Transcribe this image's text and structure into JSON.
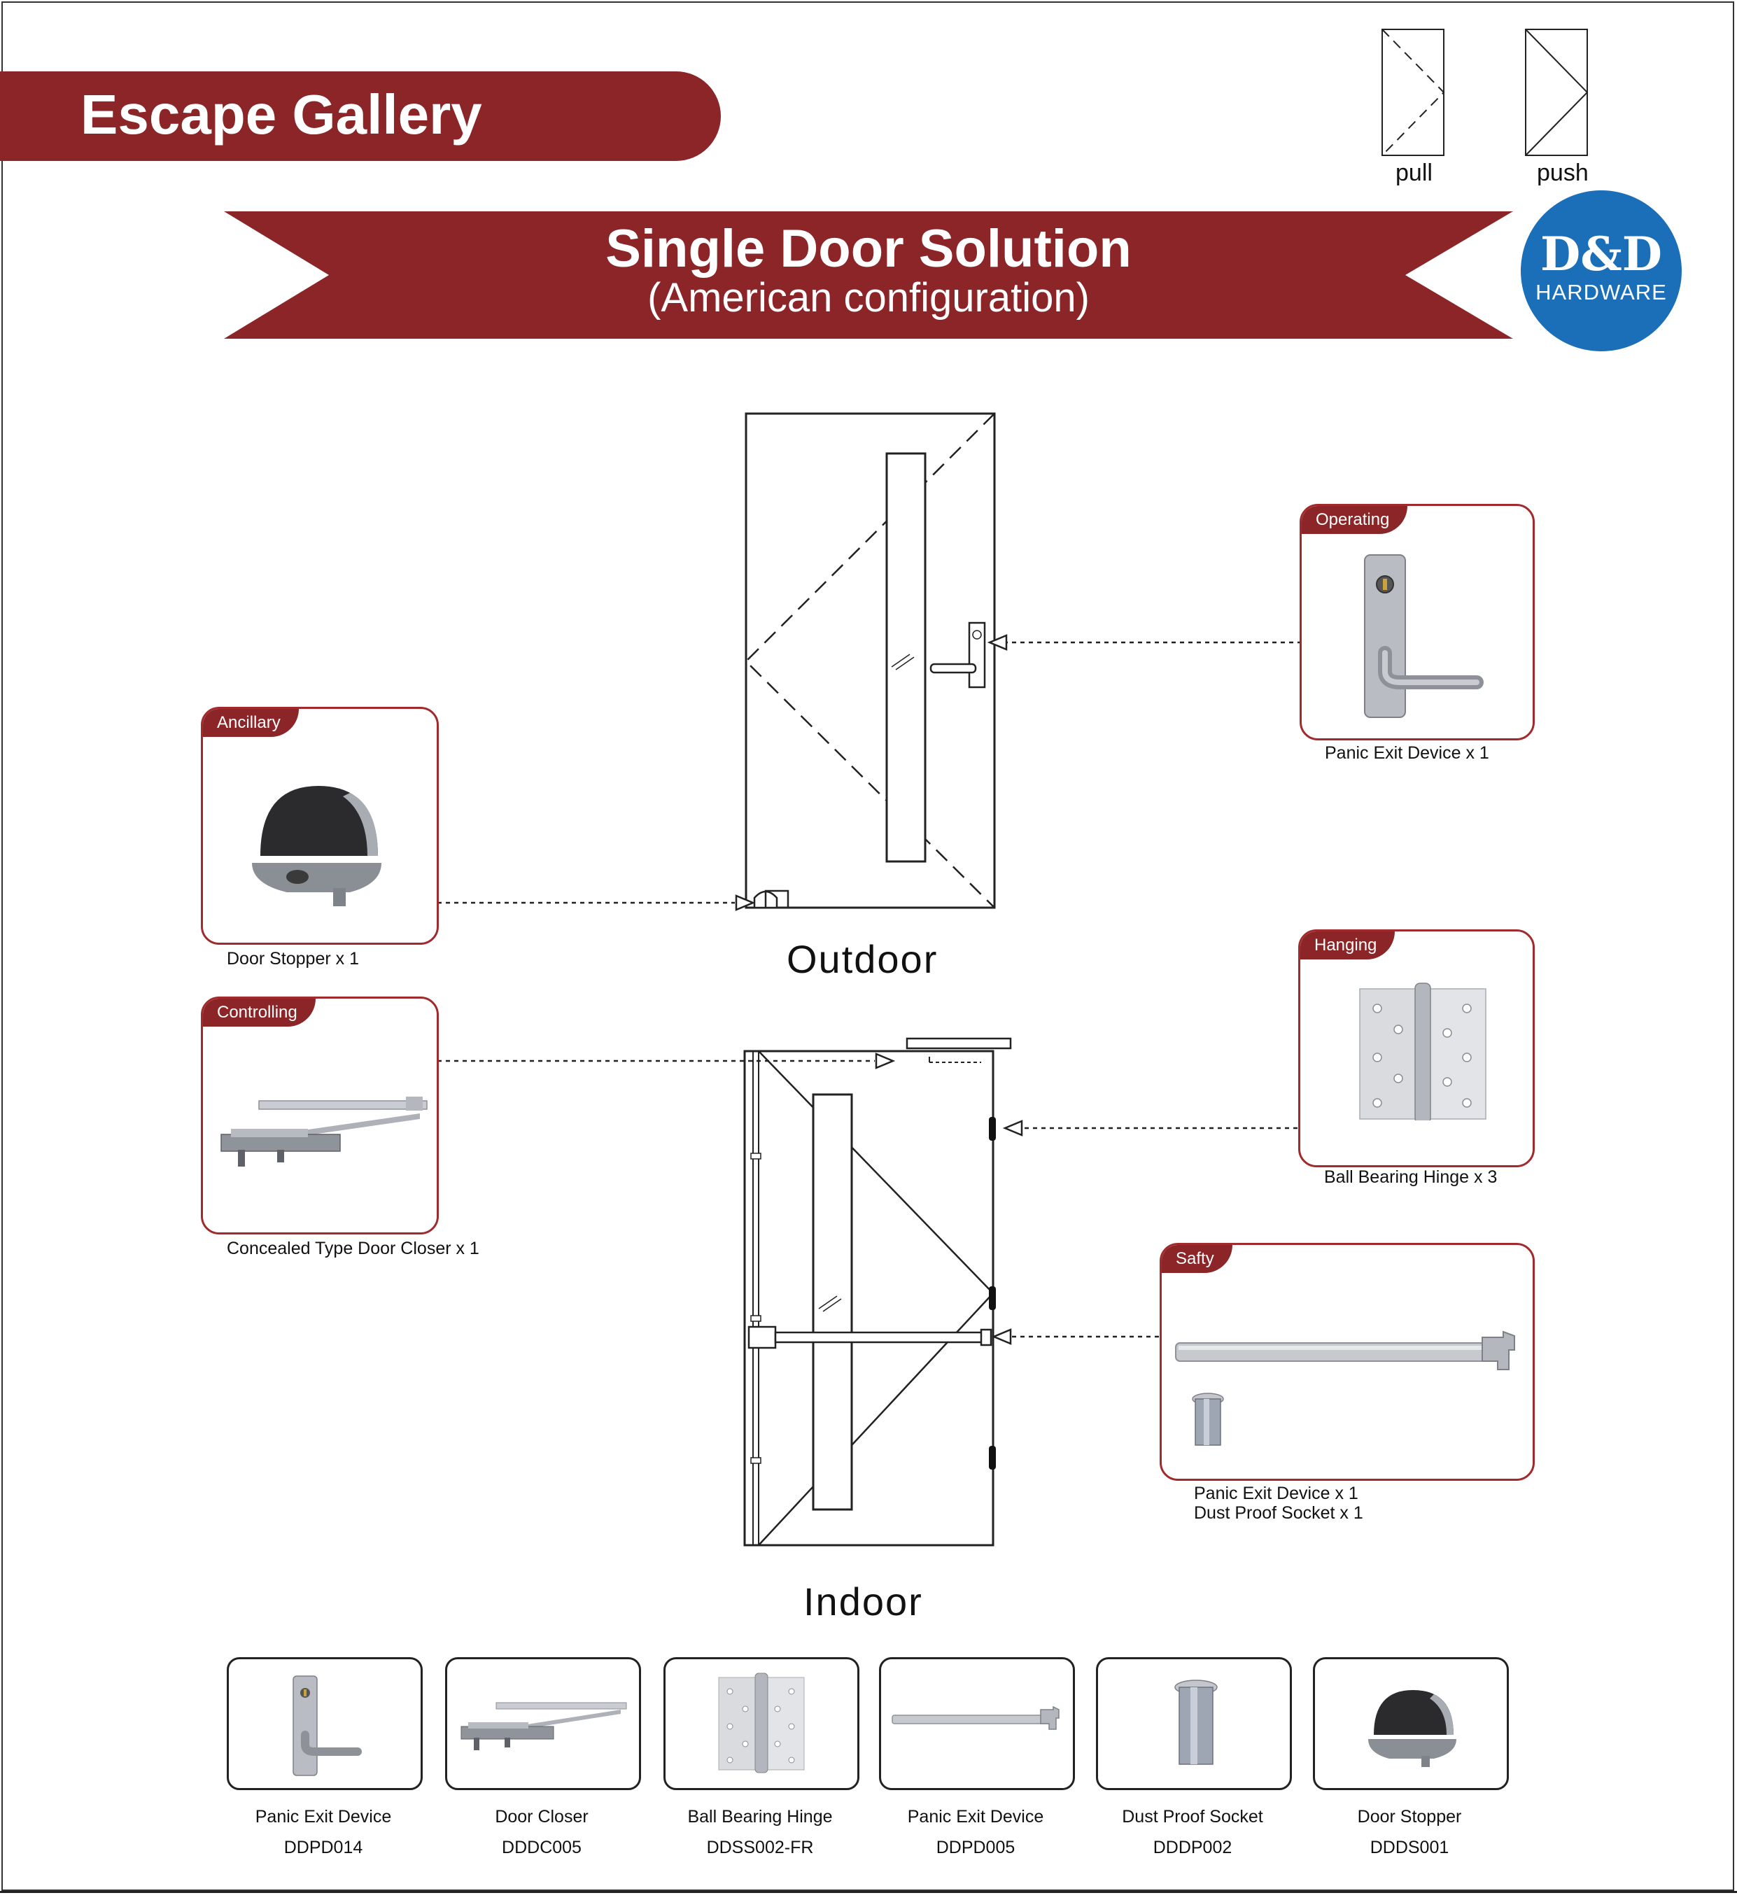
{
  "header": {
    "title": "Escape Gallery"
  },
  "legend": {
    "pull_label": "pull",
    "push_label": "push"
  },
  "banner": {
    "title": "Single Door Solution",
    "subtitle": "(American configuration)"
  },
  "logo": {
    "main": "D&D",
    "sub": "HARDWARE"
  },
  "colors": {
    "brand_red": "#8b2527",
    "logo_blue": "#1a6fb8"
  },
  "doors": {
    "outdoor_label": "Outdoor",
    "indoor_label": "Indoor"
  },
  "categories": [
    {
      "tag": "Operating",
      "caption": "Panic Exit Device x 1",
      "icon": "lever-handle-icon"
    },
    {
      "tag": "Ancillary",
      "caption": "Door Stopper x 1",
      "icon": "door-stopper-icon"
    },
    {
      "tag": "Controlling",
      "caption": "Concealed Type Door Closer x 1",
      "icon": "door-closer-icon"
    },
    {
      "tag": "Hanging",
      "caption": "Ball Bearing Hinge x 3",
      "icon": "hinge-icon"
    },
    {
      "tag": "Safty",
      "caption_line1": "Panic  Exit  Device x 1",
      "caption_line2": "Dust  Proof Socket  x 1",
      "icon": "panic-bar-icon"
    }
  ],
  "products": [
    {
      "name": "Panic Exit Device",
      "code": "DDPD014",
      "icon": "lever-handle-icon"
    },
    {
      "name": "Door Closer",
      "code": "DDDC005",
      "icon": "door-closer-icon"
    },
    {
      "name": "Ball Bearing Hinge",
      "code": "DDSS002-FR",
      "icon": "hinge-icon"
    },
    {
      "name": "Panic Exit Device",
      "code": "DDPD005",
      "icon": "panic-bar-icon"
    },
    {
      "name": "Dust Proof Socket",
      "code": "DDDP002",
      "icon": "dust-socket-icon"
    },
    {
      "name": "Door Stopper",
      "code": "DDDS001",
      "icon": "door-stopper-icon"
    }
  ]
}
